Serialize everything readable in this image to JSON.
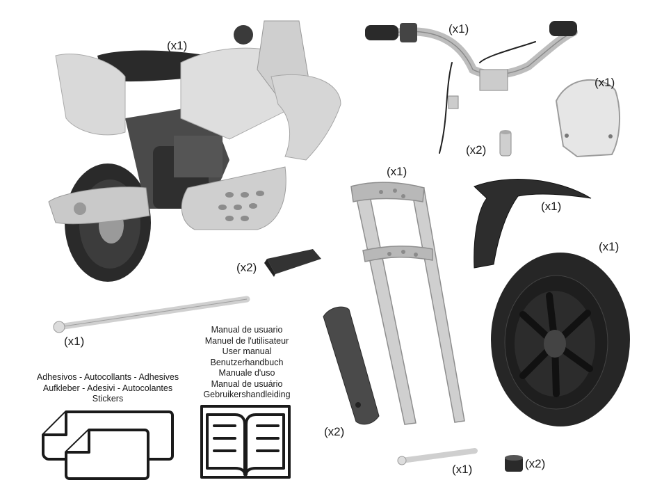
{
  "quantities": {
    "body": "(x1)",
    "handlebar": "(x1)",
    "number_plate": "(x1)",
    "grip_spacer": "(x2)",
    "fork": "(x1)",
    "front_fender": "(x1)",
    "front_wheel": "(x1)",
    "footpegs": "(x2)",
    "axle_rod": "(x1)",
    "fork_covers": "(x2)",
    "small_axle": "(x1)",
    "bushings": "(x2)"
  },
  "stickers_label": [
    "Adhesivos - Autocollants - Adhesives",
    "Aufkleber - Adesivi - Autocolantes",
    "Stickers"
  ],
  "manual_label": [
    "Manual de usuario",
    "Manuel de l'utilisateur",
    "User manual",
    "Benutzerhandbuch",
    "Manuale d'uso",
    "Manual de usuário",
    "Gebruikershandleiding"
  ]
}
